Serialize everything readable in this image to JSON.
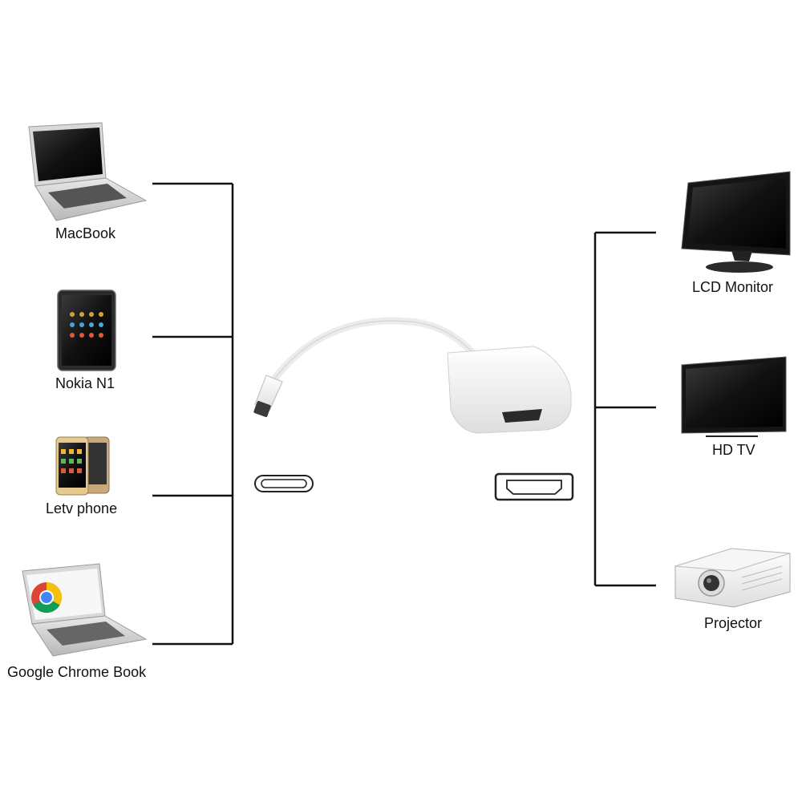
{
  "sources": [
    {
      "label": "MacBook",
      "icon": "laptop-icon"
    },
    {
      "label": "Nokia N1",
      "icon": "tablet-icon"
    },
    {
      "label": "Letv phone",
      "icon": "smartphone-icon"
    },
    {
      "label": "Google Chrome Book",
      "icon": "chromebook-icon"
    }
  ],
  "outputs": [
    {
      "label": "LCD Monitor",
      "icon": "monitor-icon"
    },
    {
      "label": "HD TV",
      "icon": "tv-icon"
    },
    {
      "label": "Projector",
      "icon": "projector-icon"
    }
  ],
  "adapter": {
    "input_port": "usb-c-port-icon",
    "output_port": "hdmi-port-icon"
  },
  "colors": {
    "line": "#111111",
    "adapter": "#f4f4f4",
    "screen": "#1a1a1a"
  }
}
